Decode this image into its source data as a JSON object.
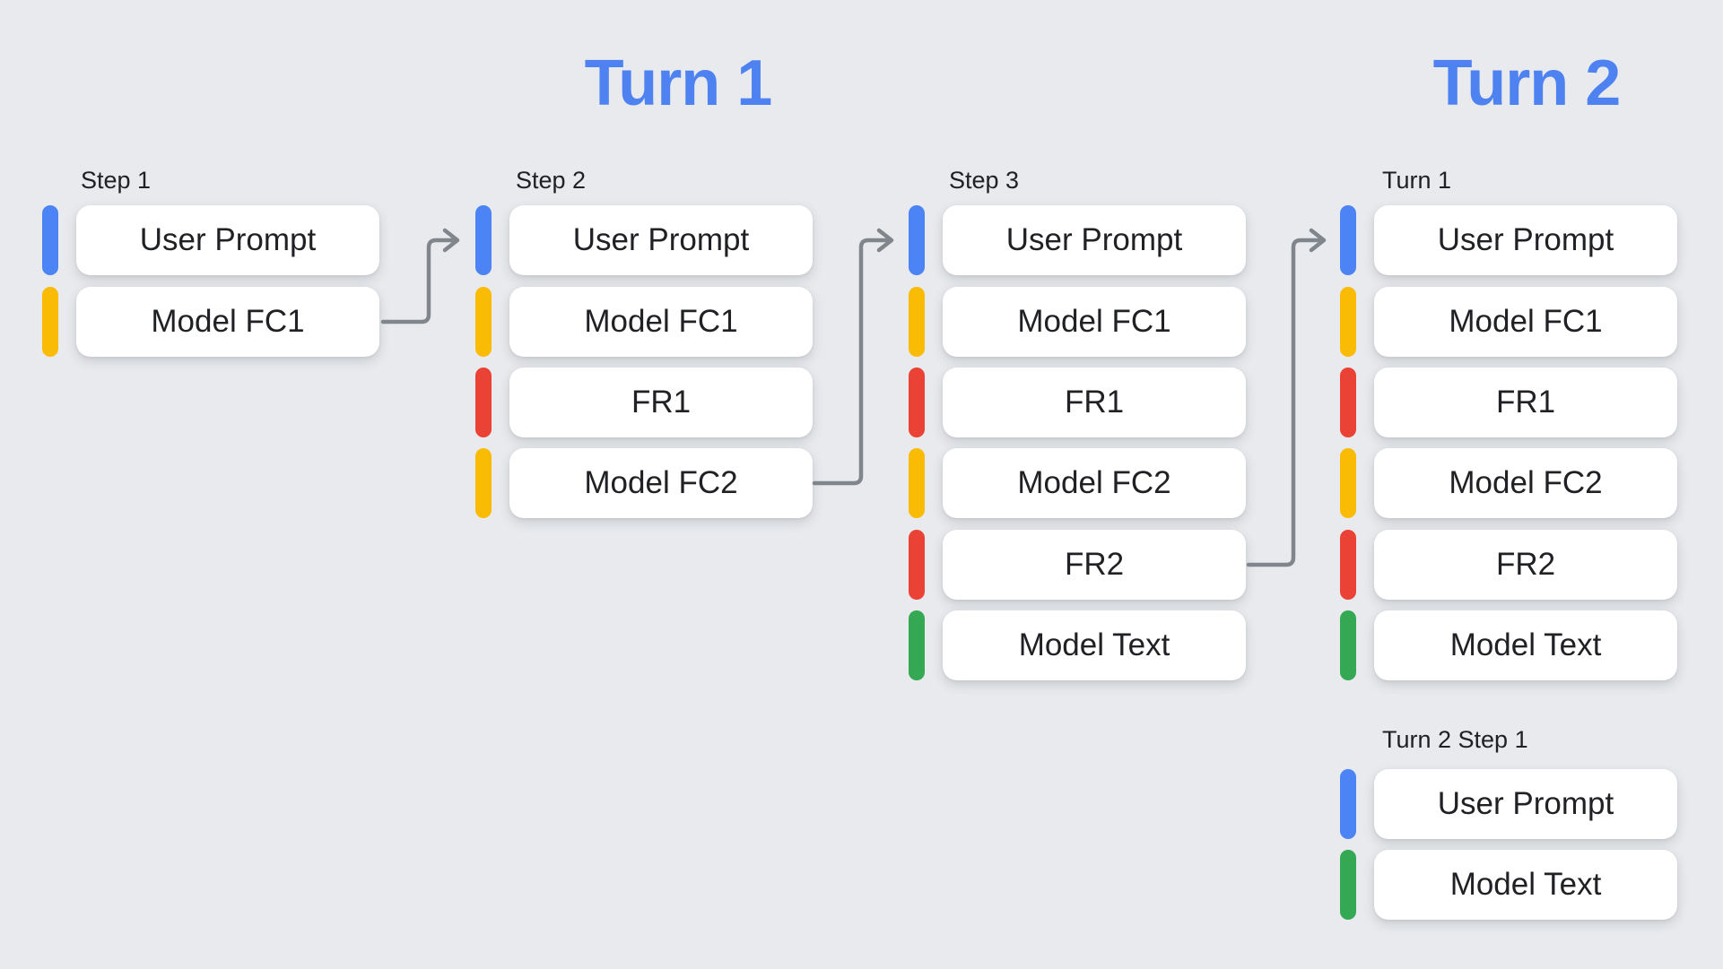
{
  "headings": {
    "turn1": "Turn 1",
    "turn2": "Turn 2"
  },
  "groups": [
    {
      "label": "Step 1",
      "cards": [
        {
          "label": "User Prompt",
          "color": "blue"
        },
        {
          "label": "Model FC1",
          "color": "yellow"
        }
      ]
    },
    {
      "label": "Step 2",
      "cards": [
        {
          "label": "User Prompt",
          "color": "blue"
        },
        {
          "label": "Model FC1",
          "color": "yellow"
        },
        {
          "label": "FR1",
          "color": "red"
        },
        {
          "label": "Model FC2",
          "color": "yellow"
        }
      ]
    },
    {
      "label": "Step 3",
      "cards": [
        {
          "label": "User Prompt",
          "color": "blue"
        },
        {
          "label": "Model FC1",
          "color": "yellow"
        },
        {
          "label": "FR1",
          "color": "red"
        },
        {
          "label": "Model FC2",
          "color": "yellow"
        },
        {
          "label": "FR2",
          "color": "red"
        },
        {
          "label": "Model Text",
          "color": "green"
        }
      ]
    },
    {
      "label": "Turn 1",
      "cards": [
        {
          "label": "User Prompt",
          "color": "blue"
        },
        {
          "label": "Model FC1",
          "color": "yellow"
        },
        {
          "label": "FR1",
          "color": "red"
        },
        {
          "label": "Model FC2",
          "color": "yellow"
        },
        {
          "label": "FR2",
          "color": "red"
        },
        {
          "label": "Model Text",
          "color": "green"
        }
      ]
    },
    {
      "label": "Turn 2 Step 1",
      "cards": [
        {
          "label": "User Prompt",
          "color": "blue"
        },
        {
          "label": "Model Text",
          "color": "green"
        }
      ]
    }
  ],
  "arrows": [
    {
      "from": "Step 1 / Model FC1",
      "to": "Step 2 / User Prompt"
    },
    {
      "from": "Step 2 / Model FC2",
      "to": "Step 3 / User Prompt"
    },
    {
      "from": "Step 3 / FR2",
      "to": "Turn 1 / User Prompt"
    }
  ],
  "colors": {
    "background": "#e8eaee",
    "card": "#ffffff",
    "text": "#202124",
    "heading": "#4d82f0",
    "arrow": "#80868b",
    "blue": "#4c84f5",
    "yellow": "#fabb05",
    "red": "#ea4335",
    "green": "#34a853"
  }
}
